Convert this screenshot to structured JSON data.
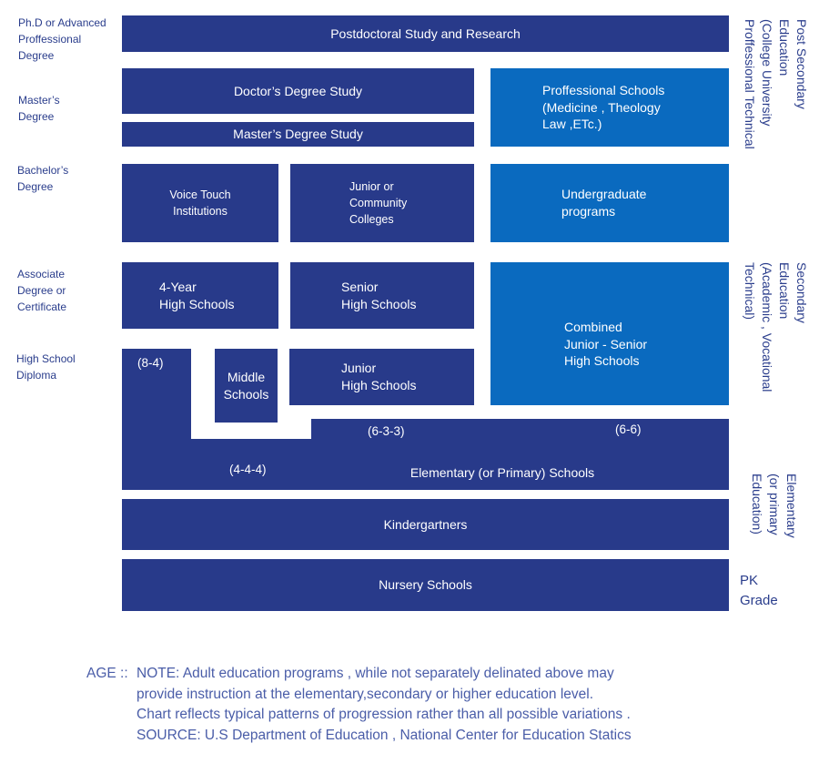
{
  "degree_labels": [
    {
      "id": "phd",
      "lines": [
        "Ph.D or Advanced",
        "Proffessional",
        "Degree"
      ]
    },
    {
      "id": "masters",
      "lines": [
        "Master’s",
        "Degree"
      ]
    },
    {
      "id": "bachelors",
      "lines": [
        "Bachelor’s",
        "Degree"
      ]
    },
    {
      "id": "associate",
      "lines": [
        "Associate",
        "Degree or",
        "Certificate"
      ]
    },
    {
      "id": "highschool",
      "lines": [
        "High School",
        "Diploma"
      ]
    }
  ],
  "boxes": {
    "postdoctoral": [
      "Postdoctoral Study and Research"
    ],
    "doctors": [
      "Doctor’s Degree Study"
    ],
    "masters_study": [
      "Master’s Degree Study"
    ],
    "professional": [
      "Proffessional Schools",
      "(Medicine , Theology",
      "Law ,ETc.)"
    ],
    "voice_touch": [
      "Voice Touch",
      "Institutions"
    ],
    "junior_college": [
      "Junior or",
      "Community",
      "Colleges"
    ],
    "undergrad": [
      "Undergraduate",
      "programs"
    ],
    "four_year": [
      "4-Year",
      "High Schools"
    ],
    "senior_high": [
      "Senior",
      "High Schools"
    ],
    "combined": [
      "Combined",
      "Junior - Senior",
      "High Schools"
    ],
    "middle": [
      "Middle",
      "Schools"
    ],
    "junior_high": [
      "Junior",
      "High Schools"
    ],
    "elementary": [
      "Elementary (or Primary) Schools"
    ],
    "kindergarten": [
      "Kindergartners"
    ],
    "nursery": [
      "Nursery Schools"
    ]
  },
  "markers": {
    "m84": "(8-4)",
    "m633": "(6-3-3)",
    "m66": "(6-6)",
    "m444": "(4-4-4)"
  },
  "side_labels": {
    "post_secondary": [
      "Post Secondary",
      "Education",
      "(College University",
      "Proffessional Technical"
    ],
    "secondary": [
      "Secondary",
      "Education",
      "(Academic , Vocational",
      "Technical)"
    ],
    "elementary": [
      "Elementary",
      "(or primary",
      "Education)"
    ],
    "pk": [
      "PK",
      "Grade"
    ]
  },
  "note": {
    "age_label": "AGE ::",
    "lines": [
      "NOTE: Adult education programs , while not separately delinated above may",
      "provide instruction at the elementary,secondary or higher education level.",
      "Chart reflects typical patterns of progression rather than all possible variations .",
      "SOURCE: U.S Department of Education , National Center for Education Statics"
    ]
  },
  "colors": {
    "dark_blue": "#283a8a",
    "light_blue": "#0a6abf",
    "label_text": "#2a3d8c"
  }
}
